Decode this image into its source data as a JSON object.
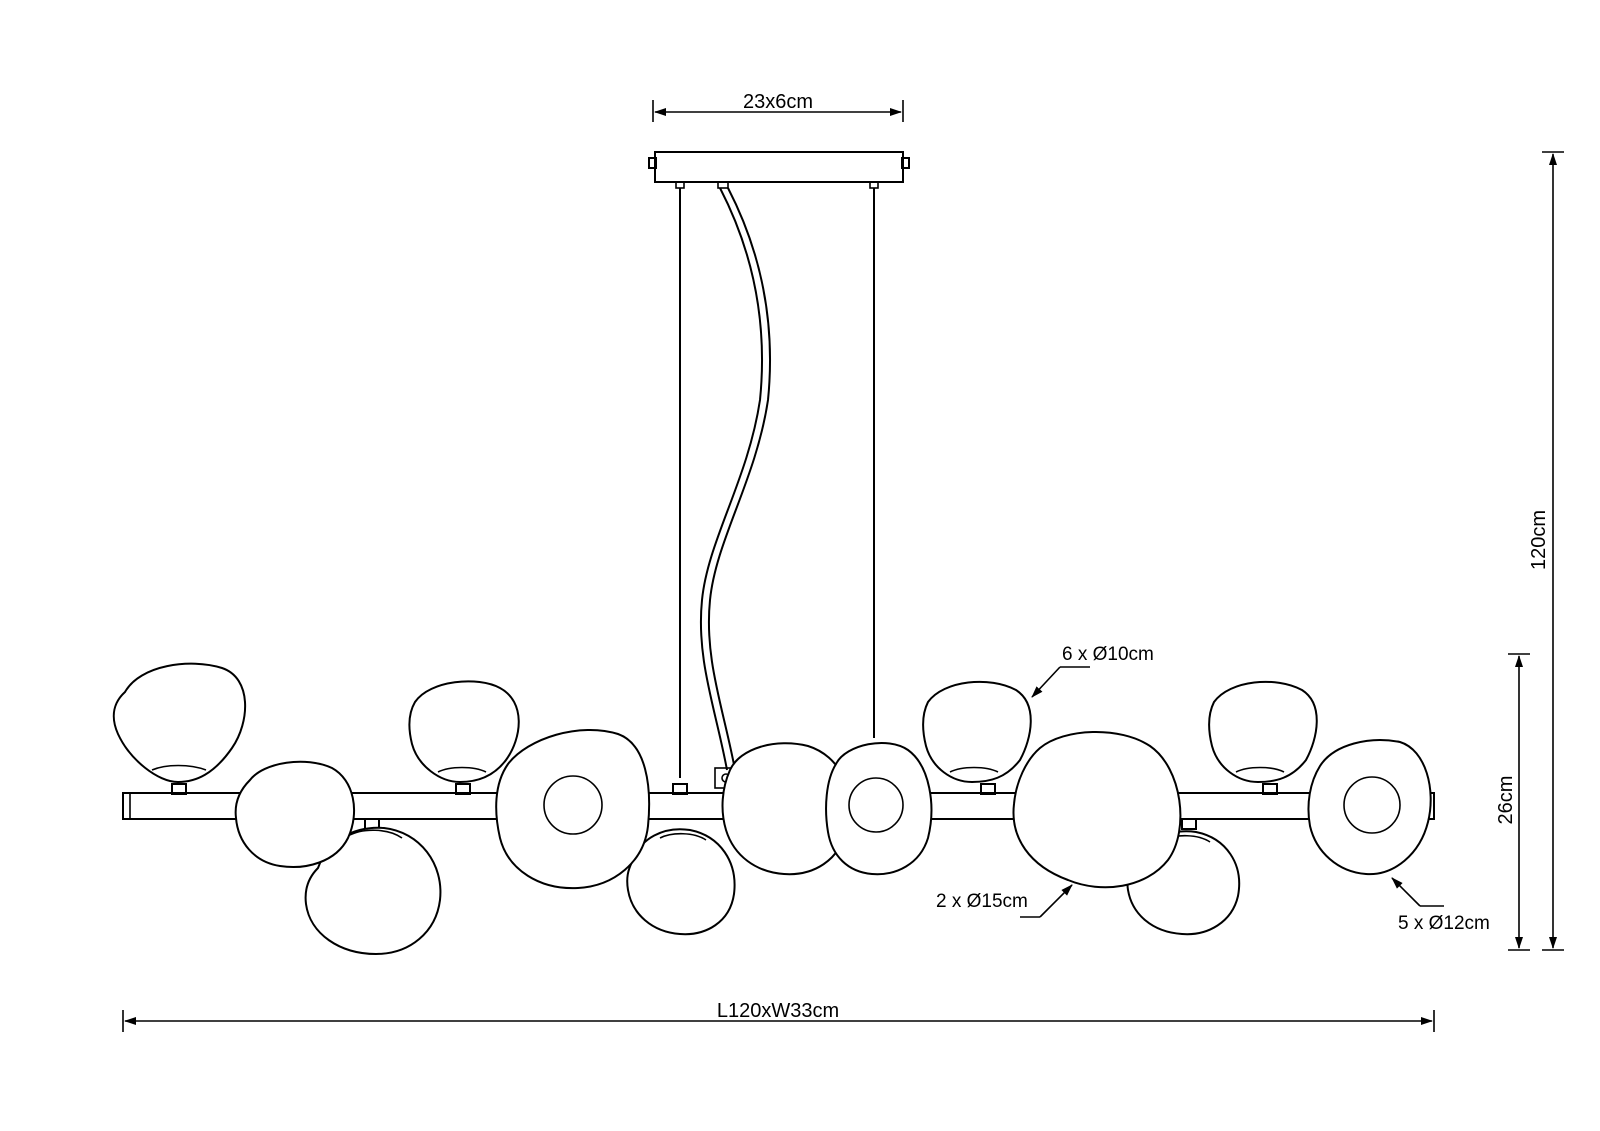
{
  "drawing": {
    "canopy_dimension": "23x6cm",
    "overall_height": "120cm",
    "fixture_height": "26cm",
    "overall_length": "L120xW33cm",
    "callouts": {
      "small_shades": "6 x Ø10cm",
      "large_shades": "2 x Ø15cm",
      "medium_shades": "5 x Ø12cm"
    }
  }
}
